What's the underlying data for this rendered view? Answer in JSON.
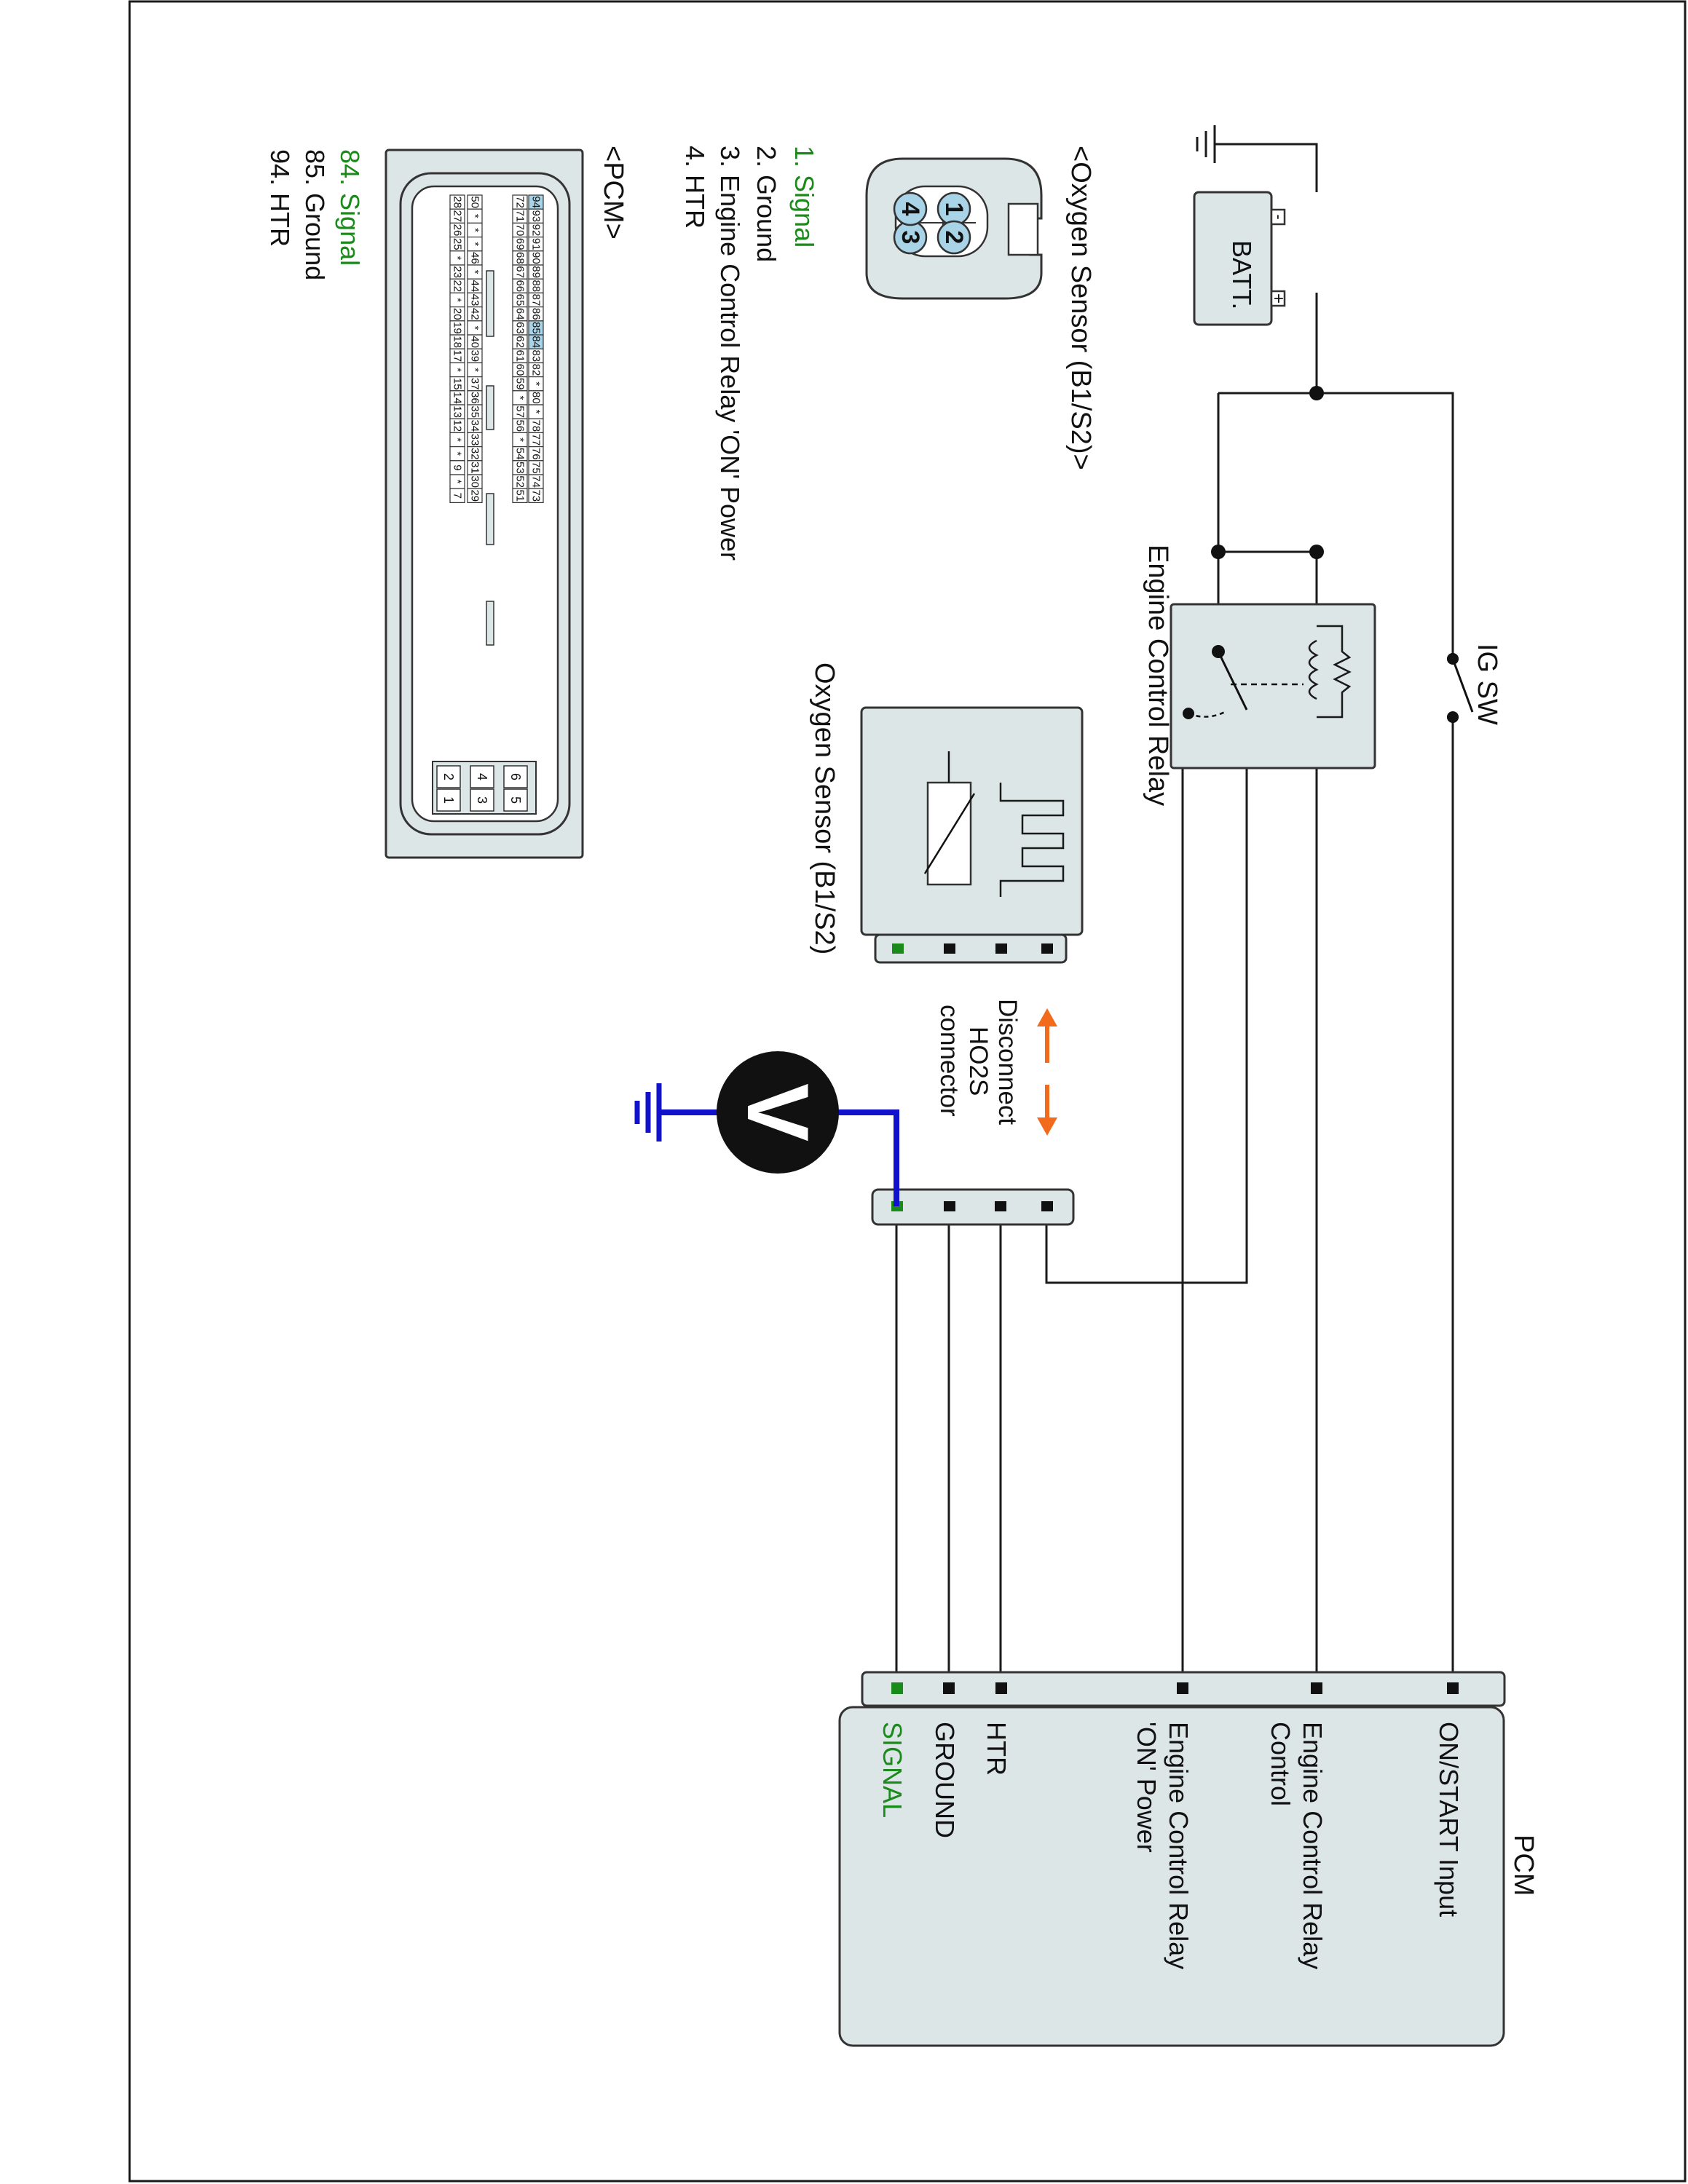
{
  "colors": {
    "signal": "#1a8a1a",
    "probe": "#1212cc",
    "arrow": "#f26b1d",
    "panel": "#dde6e6",
    "wire": "#1a1a1a",
    "highlight": "#a9d3e6"
  },
  "battery": {
    "label": "BATT.",
    "minus": "-",
    "plus": "+"
  },
  "ig_switch": {
    "label": "IG SW"
  },
  "relay": {
    "label": "Engine Control Relay"
  },
  "oxygen_sensor": {
    "label": "Oxygen Sensor (B1/S2)"
  },
  "disconnect_note": {
    "lines": [
      "Disconnect",
      "HO2S",
      "connector"
    ]
  },
  "voltmeter": {
    "symbol": "V"
  },
  "pcm": {
    "title": "PCM",
    "terminals": [
      {
        "lines": [
          "ON/START Input"
        ],
        "color": "#111111"
      },
      {
        "lines": [
          "Engine Control Relay",
          "Control"
        ],
        "color": "#111111"
      },
      {
        "lines": [
          "Engine Control Relay",
          "'ON' Power"
        ],
        "color": "#111111"
      },
      {
        "lines": [
          "HTR"
        ],
        "color": "#111111"
      },
      {
        "lines": [
          "GROUND"
        ],
        "color": "#111111"
      },
      {
        "lines": [
          "SIGNAL"
        ],
        "color": "#1a8a1a"
      }
    ]
  },
  "sensor_connector": {
    "title": "<Oxygen Sensor (B1/S2)>",
    "pins": [
      "1",
      "2",
      "3",
      "4"
    ],
    "legend": [
      {
        "text": "1. Signal",
        "color": "#1a8a1a"
      },
      {
        "text": "2. Ground",
        "color": "#111111"
      },
      {
        "text": "3. Engine Control Relay 'ON' Power",
        "color": "#111111"
      },
      {
        "text": "4. HTR",
        "color": "#111111"
      }
    ]
  },
  "pcm_connector": {
    "title": "<PCM>",
    "rows": [
      [
        "94",
        "93",
        "92",
        "91",
        "90",
        "89",
        "88",
        "87",
        "86",
        "85",
        "84",
        "83",
        "82",
        "*",
        "80",
        "*",
        "78",
        "77",
        "76",
        "75",
        "74",
        "73"
      ],
      [
        "72",
        "71",
        "70",
        "69",
        "68",
        "67",
        "66",
        "65",
        "64",
        "63",
        "62",
        "61",
        "60",
        "59",
        "*",
        "57",
        "56",
        "*",
        "54",
        "53",
        "52",
        "51"
      ],
      [
        "50",
        "*",
        "*",
        "*",
        "46",
        "*",
        "44",
        "43",
        "42",
        "*",
        "40",
        "39",
        "*",
        "37",
        "36",
        "35",
        "34",
        "33",
        "32",
        "31",
        "30",
        "29"
      ],
      [
        "28",
        "27",
        "26",
        "25",
        "*",
        "23",
        "22",
        "*",
        "20",
        "19",
        "18",
        "17",
        "*",
        "15",
        "14",
        "13",
        "12",
        "*",
        "*",
        "9",
        "*",
        "7"
      ]
    ],
    "highlighted": [
      "94",
      "85",
      "84"
    ],
    "small_pins": [
      [
        "6",
        "5"
      ],
      [
        "4",
        "3"
      ],
      [
        "2",
        "1"
      ]
    ],
    "legend": [
      {
        "text": "84. Signal",
        "color": "#1a8a1a"
      },
      {
        "text": "85. Ground",
        "color": "#111111"
      },
      {
        "text": "94. HTR",
        "color": "#111111"
      }
    ]
  }
}
